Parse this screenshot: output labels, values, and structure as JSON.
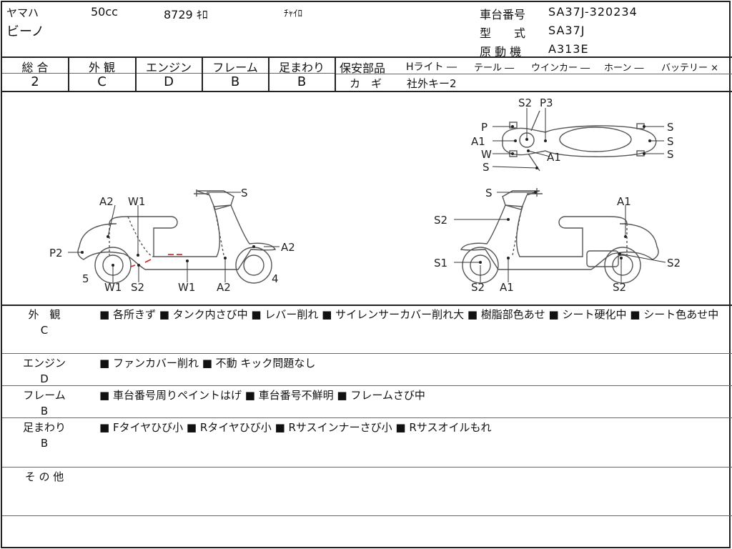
{
  "header": {
    "maker": "ヤマハ",
    "displacement": "50cc",
    "mileage": "8729 ｷﾛ",
    "mileage_type": "ﾁｬｲﾛ",
    "model_name": "ビーノ",
    "frame_no_label": "車台番号",
    "frame_no": "SA37J-320234",
    "model_type_label": "型　　式",
    "model_type": "SA37J",
    "engine_label": "原 動 機",
    "engine_no": "A313E"
  },
  "grades": [
    {
      "label": "総 合",
      "value": "2"
    },
    {
      "label": "外 観",
      "value": "C"
    },
    {
      "label": "エンジン",
      "value": "D"
    },
    {
      "label": "フレーム",
      "value": "B"
    },
    {
      "label": "足まわり",
      "value": "B"
    }
  ],
  "safety": {
    "label": "保安部品",
    "items": [
      {
        "name": "Hライト",
        "mark": "―"
      },
      {
        "name": "テール",
        "mark": "―"
      },
      {
        "name": "ウインカー",
        "mark": "―"
      },
      {
        "name": "ホーン",
        "mark": "―"
      },
      {
        "name": "バッテリー",
        "mark": "×"
      }
    ],
    "key_label": "カ　ギ",
    "key_value": "社外キー2"
  },
  "diagram": {
    "left_labels": [
      "A2",
      "W1",
      "S",
      "P2",
      "A2",
      "5",
      "W1",
      "S2",
      "W1",
      "A2",
      "4"
    ],
    "right_labels": [
      "S",
      "A1",
      "S2",
      "S1",
      "S2",
      "A1",
      "S2",
      "S2"
    ],
    "top_labels": [
      "S2",
      "P3",
      "P",
      "A1",
      "W",
      "A1",
      "S",
      "S",
      "S",
      "S"
    ],
    "damage_color": "#d02020"
  },
  "remarks": [
    {
      "label": "外　観",
      "grade": "C",
      "text": "■ 各所きず ■ タンク内さび中 ■ レバー削れ ■ サイレンサーカバー削れ大 ■ 樹脂部色あせ ■ シート硬化中 ■ シート色あせ中"
    },
    {
      "label": "エンジン",
      "grade": "D",
      "text": "■ ファンカバー削れ ■ 不動 キック問題なし"
    },
    {
      "label": "フレーム",
      "grade": "B",
      "text": "■ 車台番号周りペイントはげ ■ 車台番号不鮮明 ■ フレームさび中"
    },
    {
      "label": "足まわり",
      "grade": "B",
      "text": "■ Fタイヤひび小 ■ Rタイヤひび小 ■ Rサスインナーさび小 ■ Rサスオイルもれ"
    },
    {
      "label": "そ の 他",
      "grade": "",
      "text": ""
    }
  ]
}
